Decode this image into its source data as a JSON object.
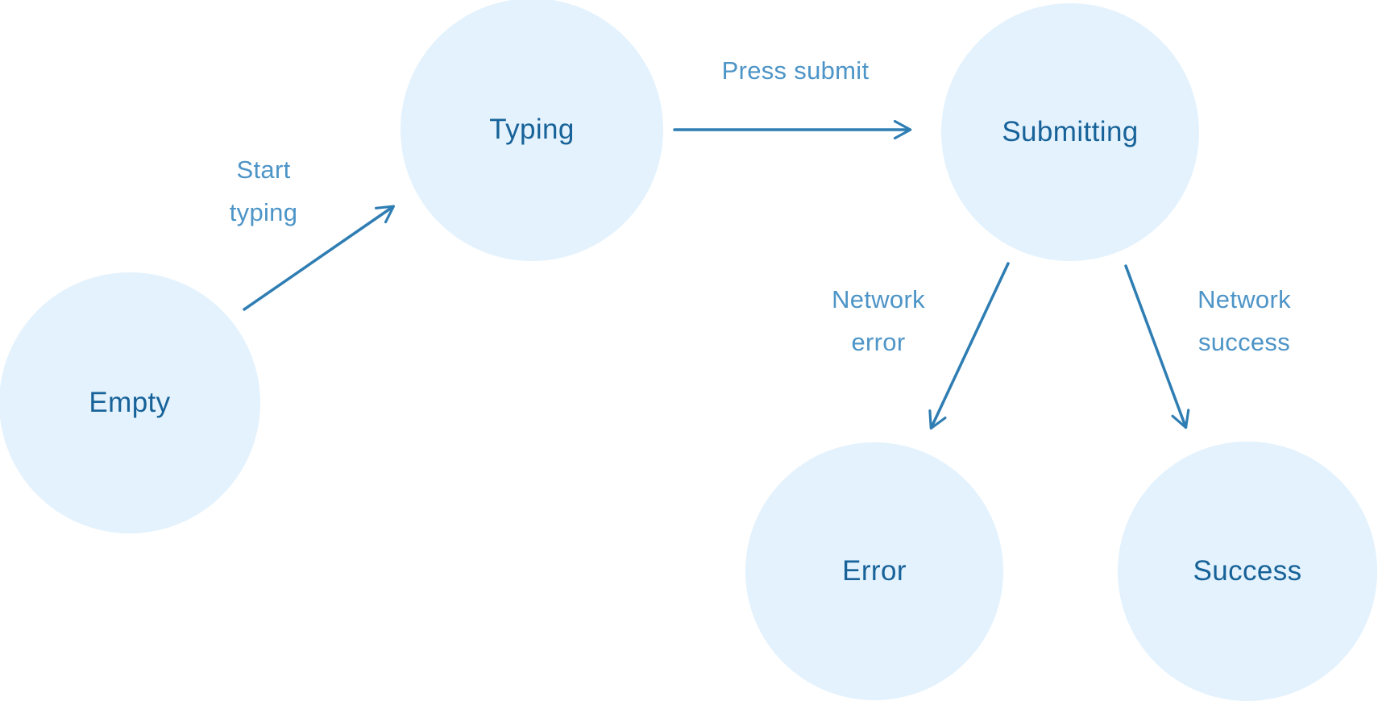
{
  "diagram": {
    "type": "state-machine",
    "states": [
      {
        "id": "empty",
        "label": "Empty"
      },
      {
        "id": "typing",
        "label": "Typing"
      },
      {
        "id": "submitting",
        "label": "Submitting"
      },
      {
        "id": "error",
        "label": "Error"
      },
      {
        "id": "success",
        "label": "Success"
      }
    ],
    "transitions": [
      {
        "id": "start-typing",
        "from": "Empty",
        "to": "Typing",
        "label": "Start typing",
        "label_lines": [
          "Start",
          "typing"
        ]
      },
      {
        "id": "press-submit",
        "from": "Typing",
        "to": "Submitting",
        "label": "Press submit",
        "label_lines": [
          "Press submit"
        ]
      },
      {
        "id": "network-error",
        "from": "Submitting",
        "to": "Error",
        "label": "Network error",
        "label_lines": [
          "Network",
          "error"
        ]
      },
      {
        "id": "network-success",
        "from": "Submitting",
        "to": "Success",
        "label": "Network success",
        "label_lines": [
          "Network",
          "success"
        ]
      }
    ],
    "colors": {
      "node_fill": "#e3f2fd",
      "node_text": "#176298",
      "arrow_stroke": "#2e7db3",
      "transition_label_text": "#4d94c7"
    }
  }
}
